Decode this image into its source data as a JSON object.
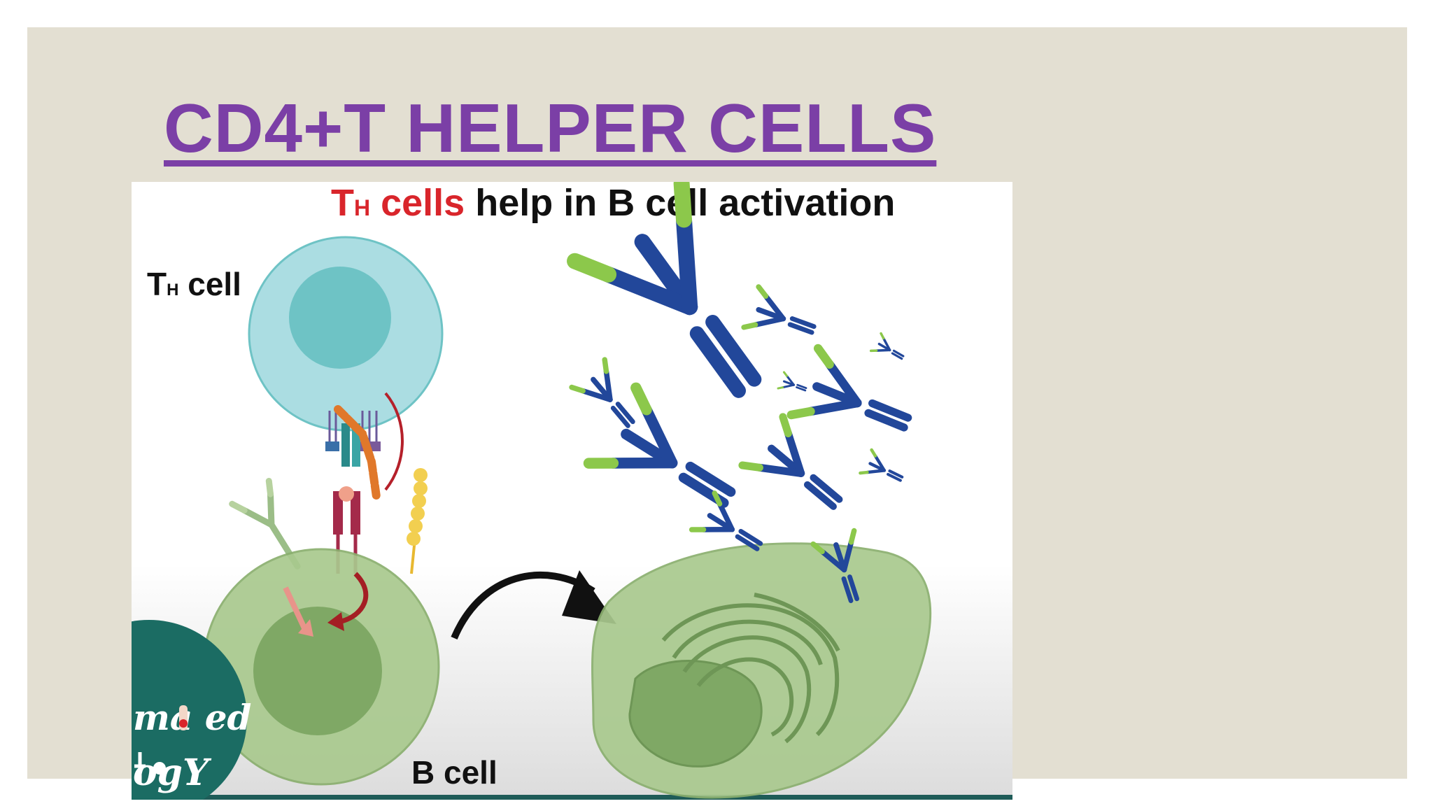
{
  "slide": {
    "title": "CD4+T HELPER CELLS",
    "background_color": "#e3dfd2",
    "title_color": "#7b3fa6"
  },
  "figure": {
    "heading": {
      "part1": "T",
      "part1_sub": "H",
      "part2": " cells",
      "part3": " help in  B cell activation"
    },
    "th_label": {
      "main": "T",
      "sub": "H",
      "rest": " cell"
    },
    "b_label": "B cell",
    "logo": {
      "line1": "ma  ed",
      "line2": "  ogY"
    },
    "colors": {
      "heading_red": "#d9252b",
      "antibody_blue": "#22479a",
      "antibody_tip": "#8cc84b",
      "th_cell": "#abdde2",
      "th_nucleus": "#6ec3c5",
      "b_cell": "#a9c98e",
      "logo_teal": "#1b6c63"
    }
  }
}
